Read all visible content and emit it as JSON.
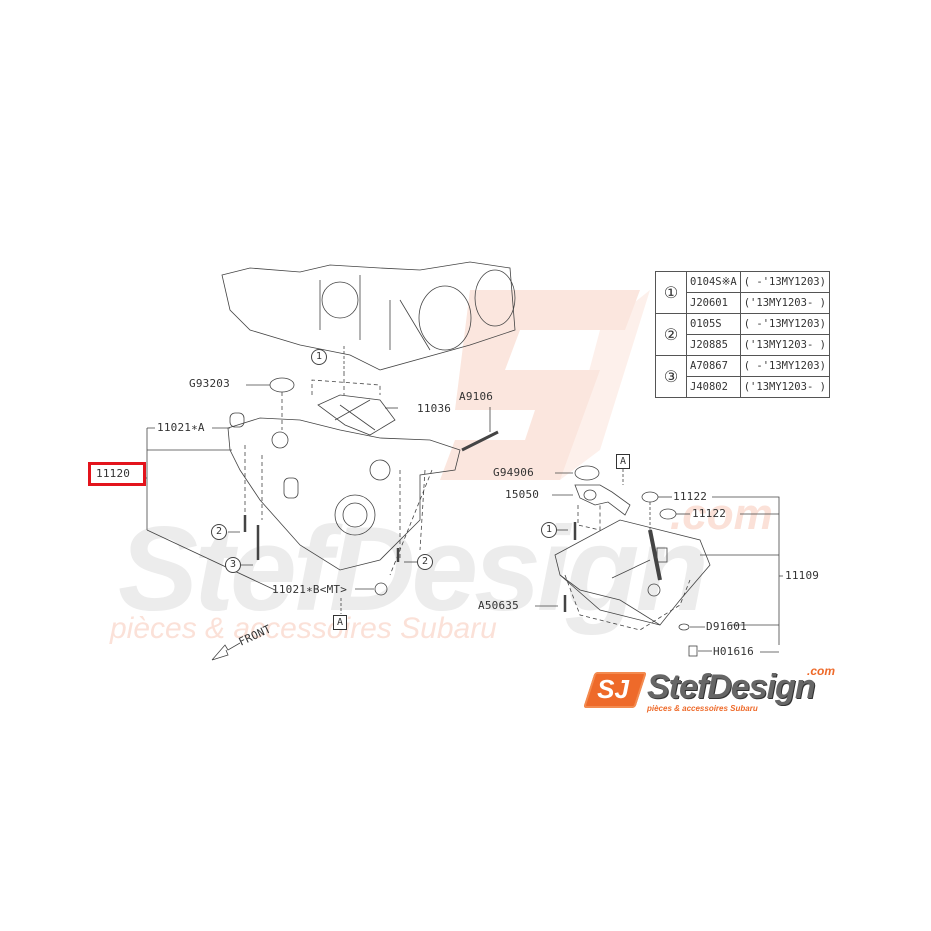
{
  "watermark": {
    "brand_big": "StefDesign",
    "brand_com": ".com",
    "tagline": "pièces & accessoires Subaru",
    "colors": {
      "gray": "#ececec",
      "orange": "#fbe1d8",
      "sj_orange": "#fbe6de"
    }
  },
  "selected_part": {
    "number": "11120",
    "highlight_color": "#e3141c"
  },
  "labels": {
    "g93203": "G93203",
    "p11021a": "11021∗A",
    "p11120": "11120",
    "p11036": "11036",
    "a9106": "A9106",
    "p11021b": "11021∗B<MT>",
    "g94906": "G94906",
    "p15050": "15050",
    "p11122_1": "11122",
    "p11122_2": "11122",
    "p11109": "11109",
    "a50635": "A50635",
    "d91601": "D91601",
    "h01616": "H01616",
    "front": "FRONT"
  },
  "callouts": {
    "c1": "1",
    "c2": "2",
    "c3": "3",
    "boxA": "A"
  },
  "parts_table": {
    "rows": [
      {
        "ref": "①",
        "part": "0104S※A",
        "range": "( -'13MY1203)"
      },
      {
        "ref": "",
        "part": "J20601",
        "range": "('13MY1203- )"
      },
      {
        "ref": "②",
        "part": "0105S",
        "range": "( -'13MY1203)"
      },
      {
        "ref": "",
        "part": "J20885",
        "range": "('13MY1203- )"
      },
      {
        "ref": "③",
        "part": "A70867",
        "range": "( -'13MY1203)"
      },
      {
        "ref": "",
        "part": "J40802",
        "range": "('13MY1203- )"
      }
    ]
  },
  "logo": {
    "badge": "SJ",
    "name": "StefDesign",
    "com": ".com",
    "tagline": "pièces & accessoires Subaru",
    "accent": "#ee6a2a"
  }
}
